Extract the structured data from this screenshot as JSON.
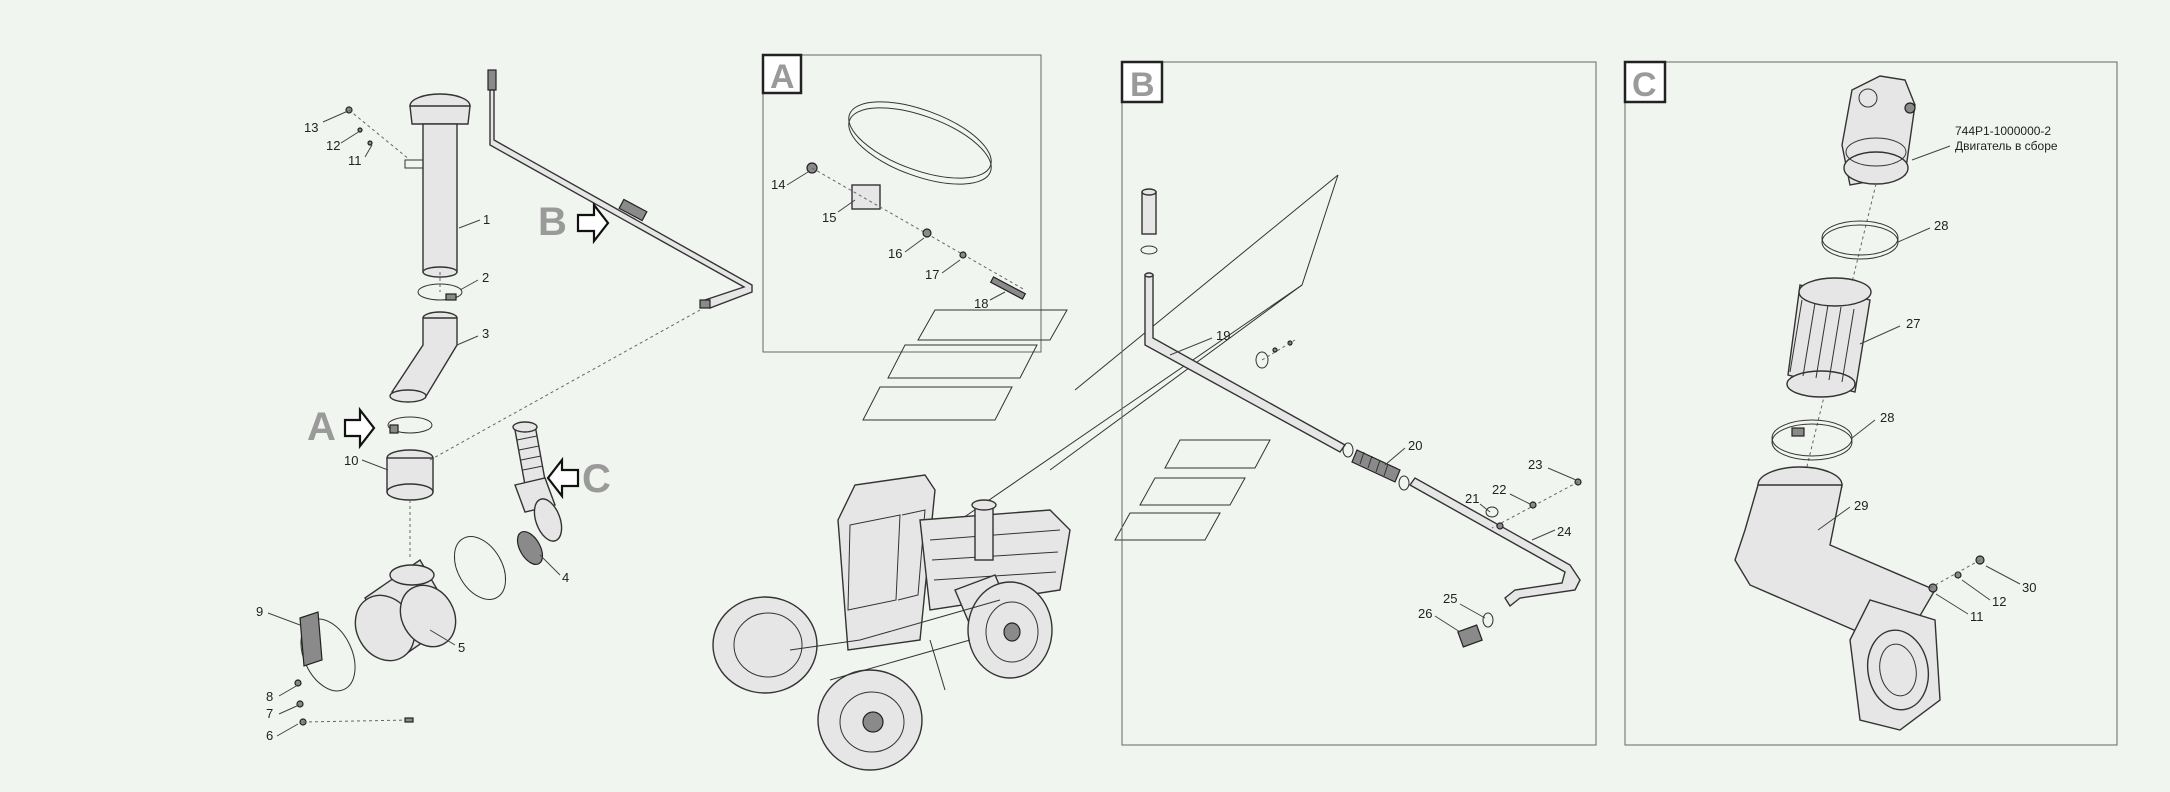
{
  "letters": {
    "A": "A",
    "B": "B",
    "C": "C"
  },
  "note": {
    "line1": "744Р1-1000000-2",
    "line2": "Двигатель в сборе"
  },
  "labels": {
    "n1": "1",
    "n2": "2",
    "n3": "3",
    "n4": "4",
    "n5": "5",
    "n6": "6",
    "n7": "7",
    "n8": "8",
    "n9": "9",
    "n10": "10",
    "n11": "11",
    "n12": "12",
    "n13": "13",
    "n14": "14",
    "n15": "15",
    "n16": "16",
    "n17": "17",
    "n18": "18",
    "n19": "19",
    "n20": "20",
    "n21": "21",
    "n22": "22",
    "n23": "23",
    "n24": "24",
    "n25": "25",
    "n26": "26",
    "n27": "27",
    "n28a": "28",
    "n28b": "28",
    "n29": "29",
    "n30": "30",
    "n11c": "11",
    "n12c": "12"
  },
  "colors": {
    "background": "#f1f5ef",
    "letter_gray": "#9a9a9a"
  }
}
